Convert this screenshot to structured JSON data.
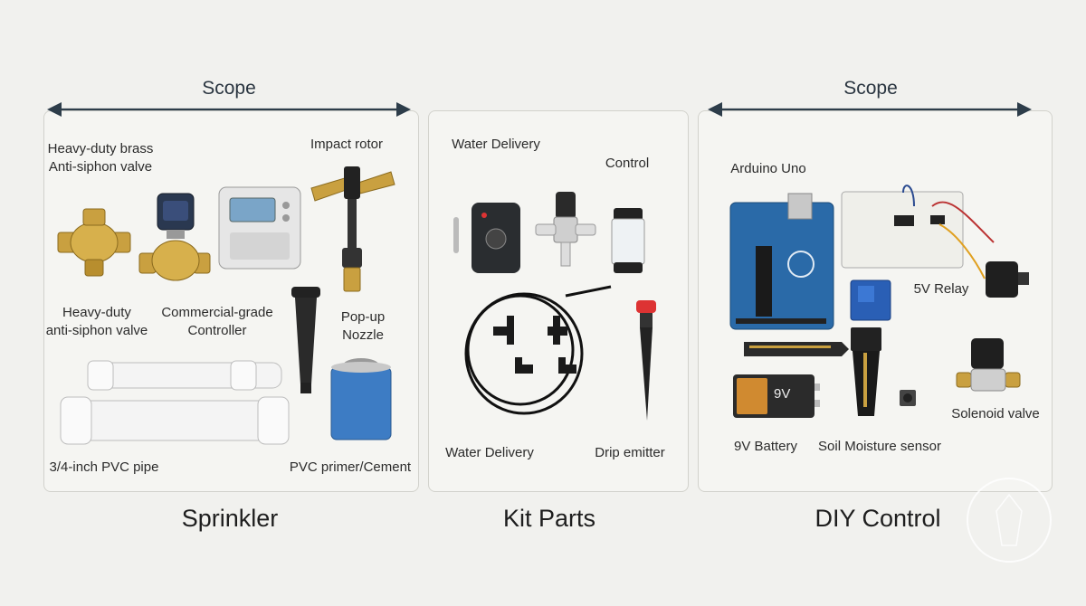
{
  "scope_left": "Scope",
  "scope_right": "Scope",
  "sprinkler": {
    "title": "Sprinkler",
    "label_brass": "Heavy-duty brass\nAnti-siphon valve",
    "label_valve": "Heavy-duty\nanti-siphon valve",
    "label_controller": "Commercial-grade\nController",
    "label_rotor": "Impact rotor",
    "label_popup": "Pop-up\nNozzle",
    "label_pipe": "3/4-inch PVC pipe",
    "label_primer": "PVC primer/Cement"
  },
  "kit": {
    "title": "Kit Parts",
    "label_water_top": "Water Delivery",
    "label_control": "Control",
    "label_water_bottom": "Water Delivery",
    "label_drip": "Drip emitter"
  },
  "diy": {
    "title": "DIY Control",
    "label_arduino": "Arduino Uno",
    "label_relay": "5V Relay",
    "label_solenoid": "Solenoid valve",
    "label_battery": "9V Battery",
    "label_sensor": "Soil Moisture sensor",
    "battery_text": "9V"
  },
  "colors": {
    "arrow": "#2d3d4a",
    "brass": "#c9a040",
    "arduino": "#2a6aa8",
    "relay": "#2a5fb5"
  }
}
